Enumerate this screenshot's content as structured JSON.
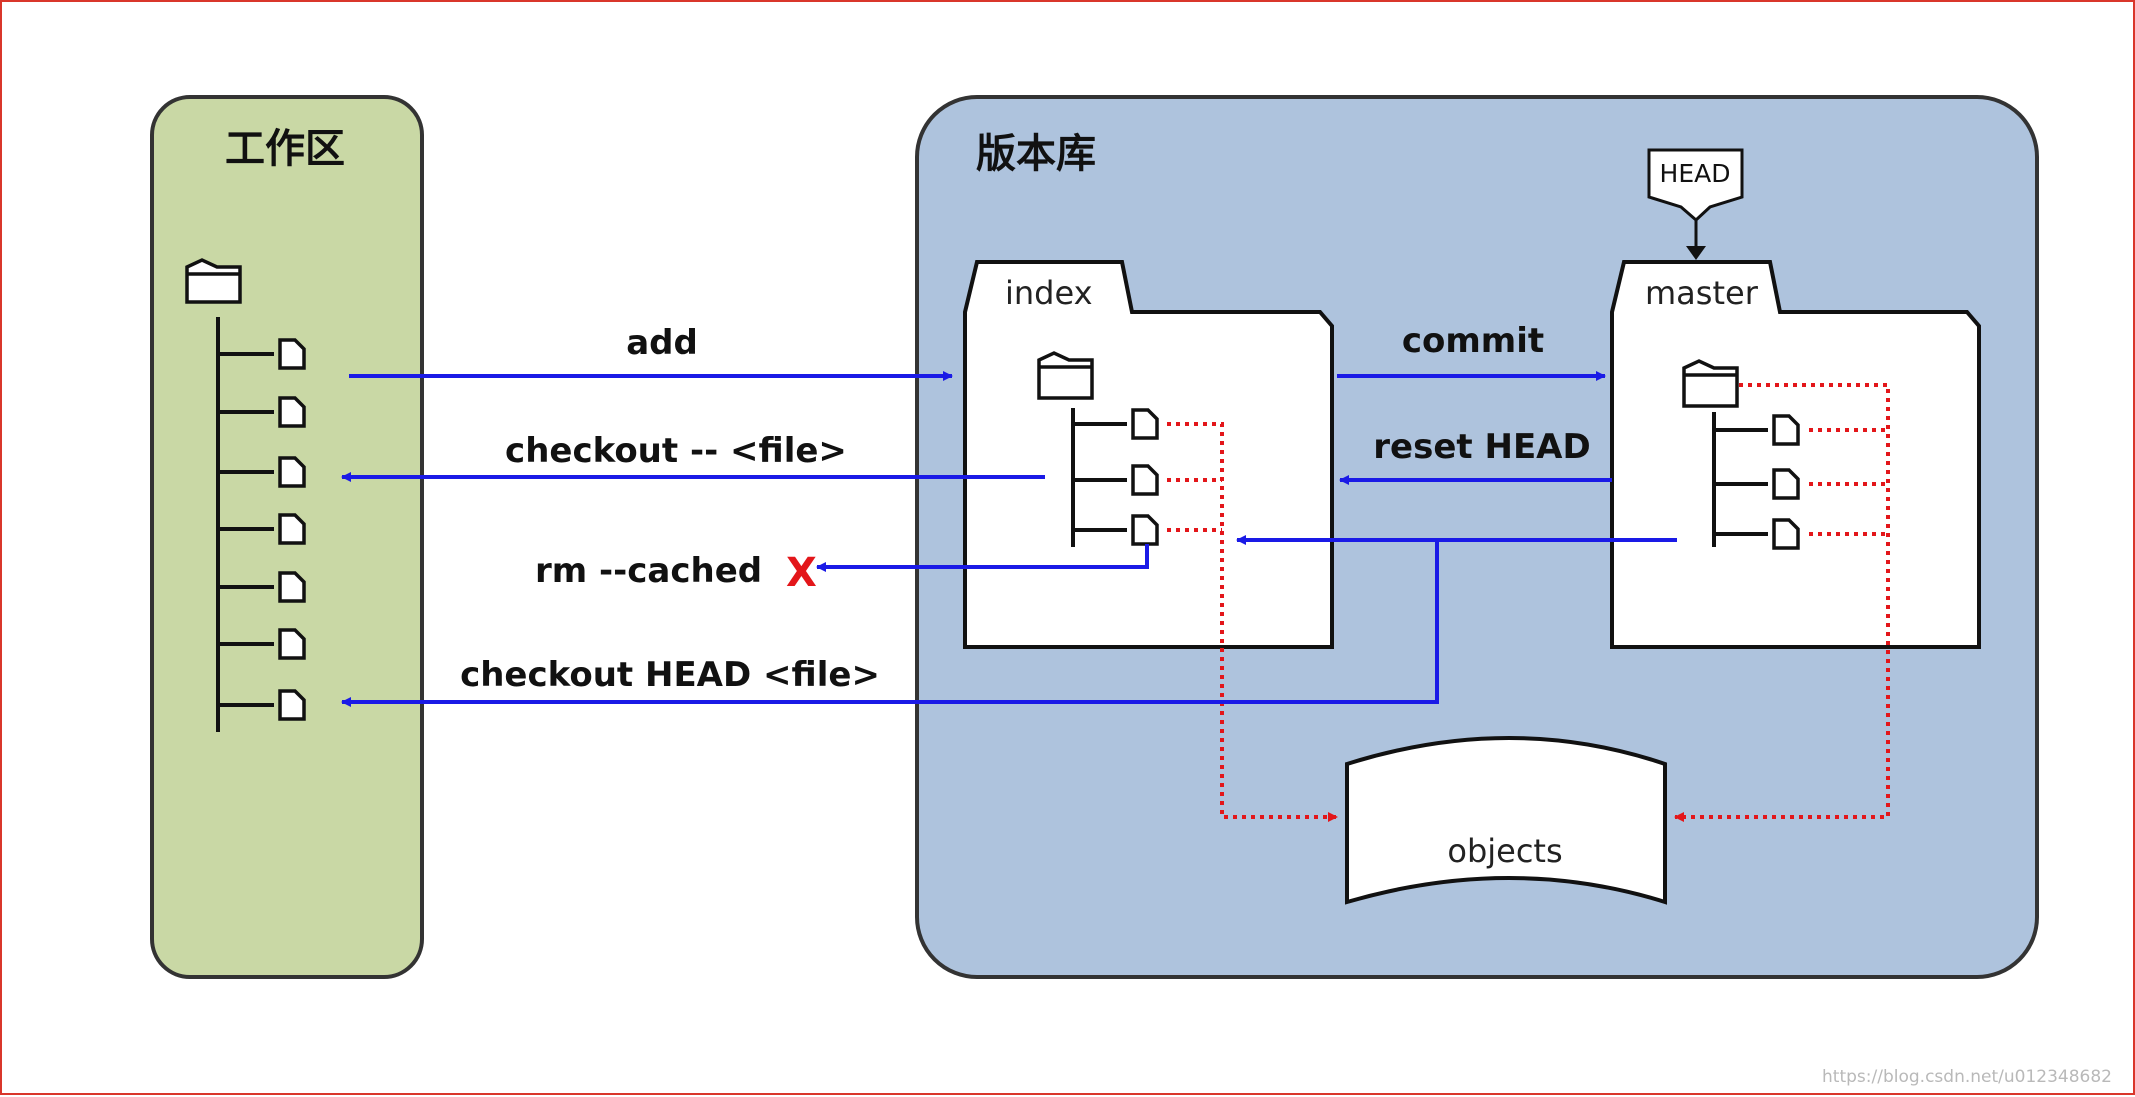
{
  "workspace": {
    "title": "工作区"
  },
  "repository": {
    "title": "版本库"
  },
  "index": {
    "label": "index"
  },
  "master": {
    "label": "master"
  },
  "head_marker": {
    "label": "HEAD"
  },
  "objects": {
    "label": "objects"
  },
  "arrows": {
    "add": "add",
    "checkout_file": "checkout -- <file>",
    "rm_cached": "rm --cached",
    "rm_cached_mark": "X",
    "commit": "commit",
    "reset_head": "reset HEAD",
    "checkout_head_file": "checkout HEAD <file>"
  },
  "watermark": "https://blog.csdn.net/u012348682",
  "colors": {
    "workspace_fill": "#c9d8a5",
    "repository_fill": "#aec3dd",
    "command_arrow": "#1a1ae6",
    "object_link": "#e3161a",
    "mark": "#e3161a",
    "frame": "#d9362b"
  }
}
